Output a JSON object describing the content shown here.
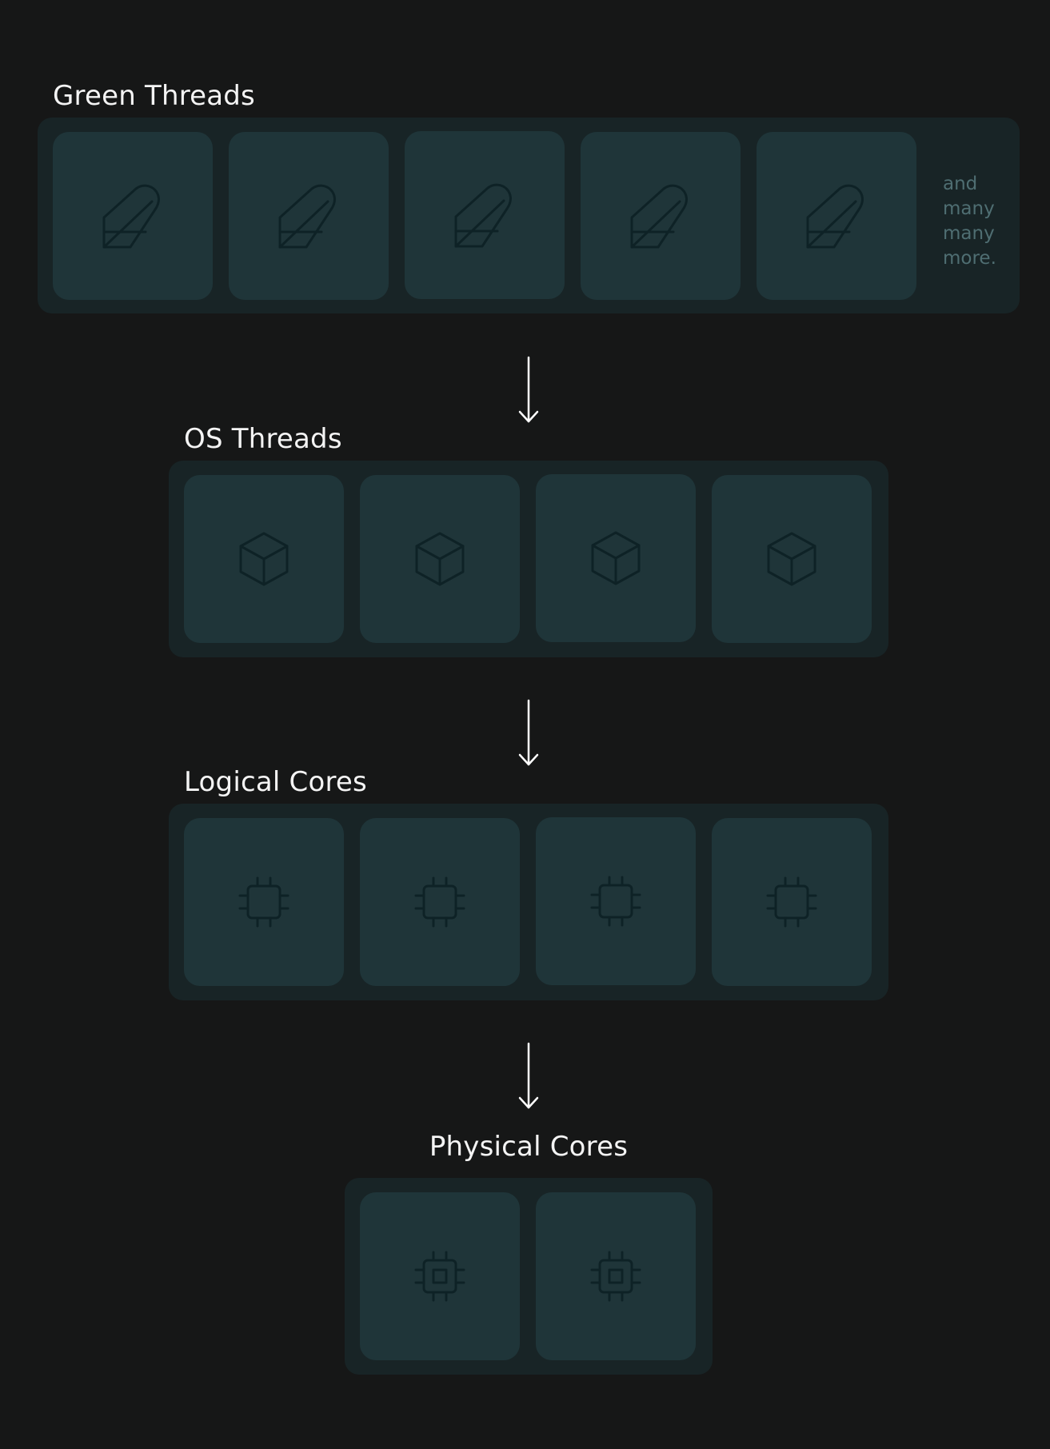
{
  "sections": {
    "green_threads": {
      "title": "Green Threads",
      "icon": "feather-icon",
      "card_count": 5,
      "more_note": "and many many more."
    },
    "os_threads": {
      "title": "OS Threads",
      "icon": "cube-icon",
      "card_count": 4
    },
    "logical_cores": {
      "title": "Logical Cores",
      "icon": "chip-icon",
      "card_count": 4
    },
    "physical_cores": {
      "title": "Physical Cores",
      "icon": "processor-icon",
      "card_count": 2
    }
  },
  "connectors": [
    "down-arrow",
    "down-arrow",
    "down-arrow"
  ],
  "colors": {
    "background": "#161717",
    "panel": "#182426",
    "card": "#1f3539",
    "icon_stroke": "#0e2226",
    "title_text": "#f4f4f4",
    "note_text": "#4f6e72",
    "arrow": "#ffffff"
  }
}
